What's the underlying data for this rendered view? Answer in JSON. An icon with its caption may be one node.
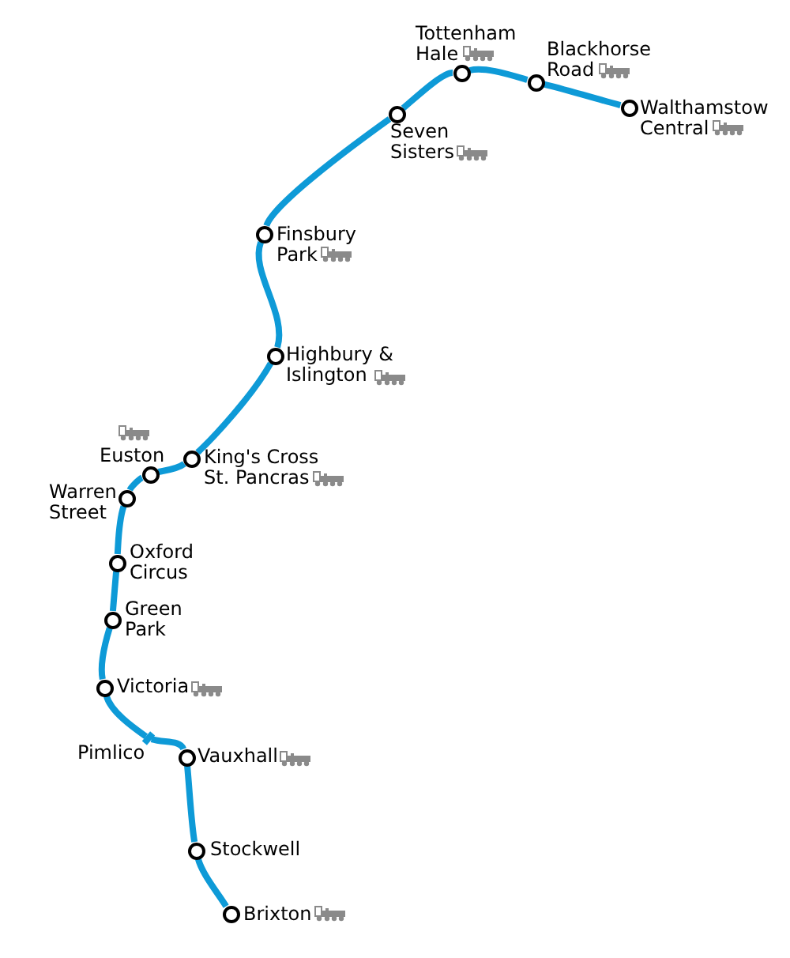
{
  "diagram": {
    "nodes": [
      {
        "text": [],
        "shape": "circle",
        "beside": [
          "Walthamstow Central"
        ]
      },
      {
        "text": [],
        "shape": "circle",
        "beside": [
          "Blackhorse Road"
        ]
      },
      {
        "text": [],
        "shape": "circle",
        "beside": [
          "Tottenham Hale"
        ]
      },
      {
        "text": [],
        "shape": "circle",
        "beside": [
          "Seven Sisters"
        ]
      },
      {
        "text": [],
        "shape": "circle",
        "beside": [
          "Finsbury Park"
        ]
      },
      {
        "text": [],
        "shape": "circle",
        "beside": [
          "Highbury & Islington"
        ]
      },
      {
        "text": [],
        "shape": "circle",
        "beside": [
          "King's Cross St. Pancras"
        ]
      },
      {
        "text": [],
        "shape": "circle",
        "beside": [
          "Euston"
        ]
      },
      {
        "text": [],
        "shape": "circle",
        "beside": [
          "Warren Street"
        ]
      },
      {
        "text": [],
        "shape": "circle",
        "beside": [
          "Oxford Circus"
        ]
      },
      {
        "text": [],
        "shape": "circle",
        "beside": [
          "Green Park"
        ]
      },
      {
        "text": [],
        "shape": "circle",
        "beside": [
          "Victoria"
        ]
      },
      {
        "text": [],
        "shape": "bar",
        "beside": [
          "Pimlico"
        ]
      },
      {
        "text": [],
        "shape": "circle",
        "beside": [
          "Vauxhall"
        ]
      },
      {
        "text": [],
        "shape": "circle",
        "beside": [
          "Stockwell"
        ]
      },
      {
        "text": [],
        "shape": "circle",
        "beside": [
          "Brixton"
        ]
      }
    ],
    "edges": [
      {
        "from": 0,
        "to": 1,
        "arrow": "none"
      },
      {
        "from": 1,
        "to": 2,
        "arrow": "none"
      },
      {
        "from": 2,
        "to": 3,
        "arrow": "none"
      },
      {
        "from": 3,
        "to": 4,
        "arrow": "none"
      },
      {
        "from": 4,
        "to": 5,
        "arrow": "none"
      },
      {
        "from": 5,
        "to": 6,
        "arrow": "none"
      },
      {
        "from": 6,
        "to": 7,
        "arrow": "none"
      },
      {
        "from": 7,
        "to": 8,
        "arrow": "none"
      },
      {
        "from": 8,
        "to": 9,
        "arrow": "none"
      },
      {
        "from": 9,
        "to": 10,
        "arrow": "none"
      },
      {
        "from": 10,
        "to": 11,
        "arrow": "none"
      },
      {
        "from": 11,
        "to": 12,
        "arrow": "none"
      },
      {
        "from": 12,
        "to": 13,
        "arrow": "none"
      },
      {
        "from": 13,
        "to": 14,
        "arrow": "none"
      },
      {
        "from": 14,
        "to": 15,
        "arrow": "none"
      }
    ]
  }
}
